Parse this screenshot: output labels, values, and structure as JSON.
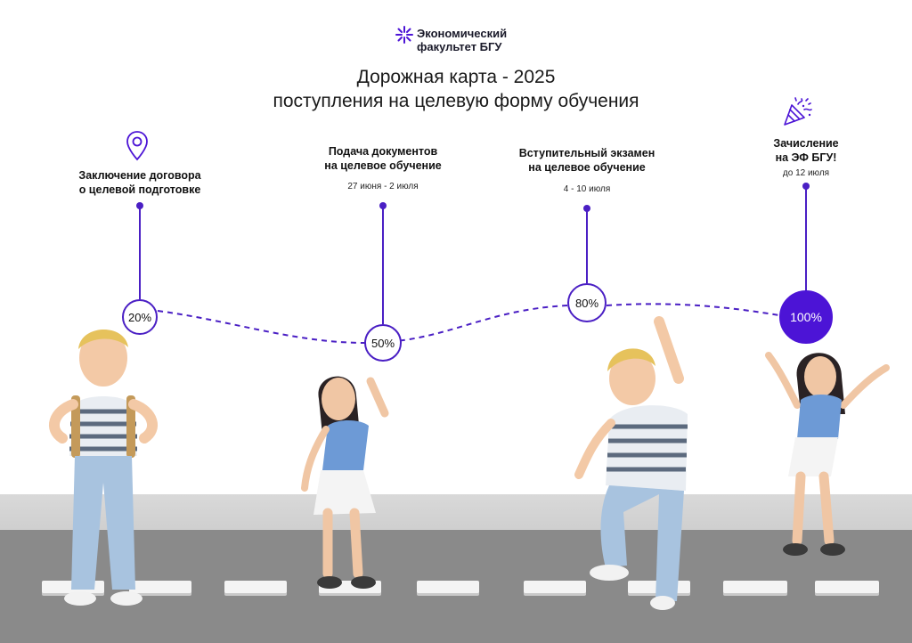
{
  "logo": {
    "line1": "Экономический",
    "line2": "факультет БГУ",
    "mark_icon": "starburst-icon"
  },
  "title": {
    "line1": "Дорожная карта - 2025",
    "line2": "поступления на целевую форму обучения"
  },
  "steps": [
    {
      "title1": "Заключение договора",
      "title2": "о целевой подготовке",
      "date": "",
      "percent": "20%",
      "icon": "map-pin-icon"
    },
    {
      "title1": "Подача документов",
      "title2": "на целевое обучение",
      "date": "27 июня - 2 июля",
      "percent": "50%",
      "icon": ""
    },
    {
      "title1": "Вступительный экзамен",
      "title2": "на целевое обучение",
      "date": "4 - 10 июля",
      "percent": "80%",
      "icon": ""
    },
    {
      "title1": "Зачисление",
      "title2": "на ЭФ БГУ!",
      "date": "до 12 июля",
      "percent": "100%",
      "icon": "party-popper-icon"
    }
  ],
  "colors": {
    "accent": "#4c14d6",
    "line": "#4a1fc4",
    "floor": "#8a8a8a",
    "wall_base": "#d9d9d9"
  }
}
